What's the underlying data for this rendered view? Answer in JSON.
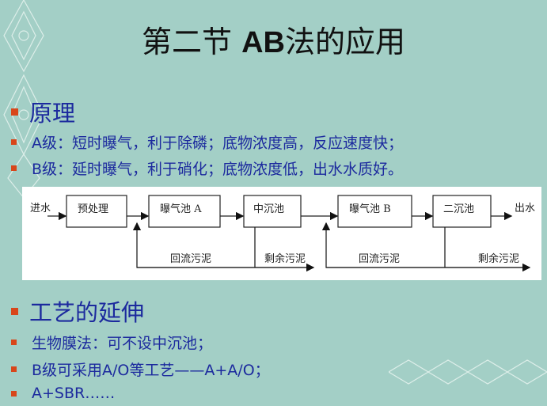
{
  "title_cn_prefix": "第二节 ",
  "title_ab": "AB",
  "title_cn_suffix": "法的应用",
  "section1": {
    "heading": "原理",
    "items": [
      "A级：短时曝气，利于除磷；底物浓度高，反应速度快；",
      "B级：延时曝气，利于硝化；底物浓度低，出水水质好。"
    ]
  },
  "diagram": {
    "inlet": "进水",
    "outlet": "出水",
    "boxes": [
      "预处理",
      "曝气池 A",
      "中沉池",
      "曝气池 B",
      "二沉池"
    ],
    "return_sludge": "回流污泥",
    "excess_sludge": "剩余污泥"
  },
  "section2": {
    "heading": "工艺的延伸",
    "items": [
      "生物膜法：可不设中沉池；",
      "B级可采用A/O等工艺——A+A/O；",
      "A+SBR……"
    ]
  },
  "colors": {
    "background": "#a3cfc6",
    "text": "#1c2a9e",
    "bullet": "#d8461a"
  }
}
